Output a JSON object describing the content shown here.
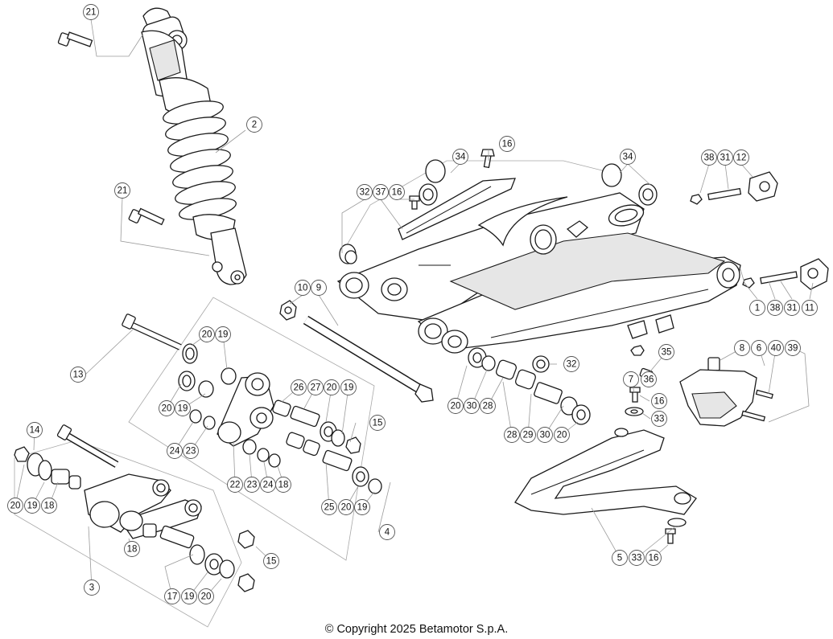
{
  "copyright": "© Copyright 2025 Betamotor S.p.A.",
  "callouts": [
    {
      "label": "21"
    },
    {
      "label": "2"
    },
    {
      "label": "21"
    },
    {
      "label": "16"
    },
    {
      "label": "34"
    },
    {
      "label": "32"
    },
    {
      "label": "37"
    },
    {
      "label": "16"
    },
    {
      "label": "34"
    },
    {
      "label": "38"
    },
    {
      "label": "31"
    },
    {
      "label": "12"
    },
    {
      "label": "10"
    },
    {
      "label": "9"
    },
    {
      "label": "1"
    },
    {
      "label": "38"
    },
    {
      "label": "31"
    },
    {
      "label": "11"
    },
    {
      "label": "20"
    },
    {
      "label": "19"
    },
    {
      "label": "13"
    },
    {
      "label": "20"
    },
    {
      "label": "19"
    },
    {
      "label": "26"
    },
    {
      "label": "27"
    },
    {
      "label": "20"
    },
    {
      "label": "19"
    },
    {
      "label": "35"
    },
    {
      "label": "32"
    },
    {
      "label": "8"
    },
    {
      "label": "6"
    },
    {
      "label": "40"
    },
    {
      "label": "39"
    },
    {
      "label": "7"
    },
    {
      "label": "36"
    },
    {
      "label": "16"
    },
    {
      "label": "33"
    },
    {
      "label": "20"
    },
    {
      "label": "30"
    },
    {
      "label": "28"
    },
    {
      "label": "24"
    },
    {
      "label": "23"
    },
    {
      "label": "15"
    },
    {
      "label": "14"
    },
    {
      "label": "22"
    },
    {
      "label": "23"
    },
    {
      "label": "24"
    },
    {
      "label": "18"
    },
    {
      "label": "28"
    },
    {
      "label": "29"
    },
    {
      "label": "30"
    },
    {
      "label": "20"
    },
    {
      "label": "20"
    },
    {
      "label": "19"
    },
    {
      "label": "18"
    },
    {
      "label": "25"
    },
    {
      "label": "20"
    },
    {
      "label": "19"
    },
    {
      "label": "4"
    },
    {
      "label": "18"
    },
    {
      "label": "15"
    },
    {
      "label": "5"
    },
    {
      "label": "33"
    },
    {
      "label": "16"
    },
    {
      "label": "3"
    },
    {
      "label": "17"
    },
    {
      "label": "19"
    },
    {
      "label": "20"
    }
  ]
}
